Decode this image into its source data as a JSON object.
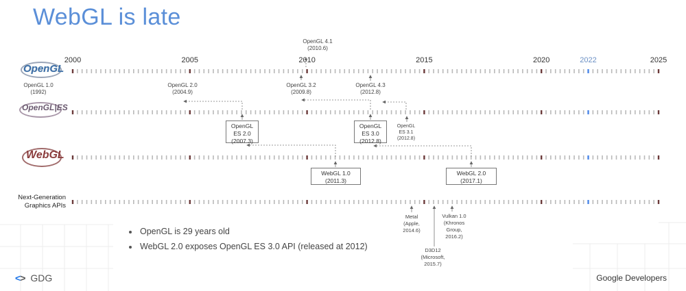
{
  "title": "WebGL is late",
  "years": [
    {
      "label": "2000",
      "year": 2000
    },
    {
      "label": "2005",
      "year": 2005
    },
    {
      "label": "2010",
      "year": 2010
    },
    {
      "label": "2015",
      "year": 2015
    },
    {
      "label": "2020",
      "year": 2020
    },
    {
      "label": "2022",
      "year": 2022,
      "highlight": true
    },
    {
      "label": "2025",
      "year": 2025
    }
  ],
  "rows": {
    "opengl": {
      "logo_text": "OpenGL"
    },
    "opengles": {
      "logo_text": "OpenGL|ES"
    },
    "webgl": {
      "logo_text": "WebGL"
    },
    "nextgen": {
      "label": "Next-Generation Graphics APIs"
    }
  },
  "opengl_notes": [
    {
      "id": "gl10",
      "line1": "OpenGL 1.0",
      "line2": "(1992)"
    },
    {
      "id": "gl20",
      "line1": "OpenGL 2.0",
      "line2": "(2004.9)"
    },
    {
      "id": "gl32",
      "line1": "OpenGL 3.2",
      "line2": "(2009.8)"
    },
    {
      "id": "gl41",
      "line1": "OpenGL 4.1",
      "line2": "(2010.6)"
    },
    {
      "id": "gl43",
      "line1": "OpenGL 4.3",
      "line2": "(2012.8)"
    }
  ],
  "es_boxes": [
    {
      "id": "es20",
      "line1": "OpenGL",
      "line2": "ES 2.0",
      "line3": "(2007.3)"
    },
    {
      "id": "es30",
      "line1": "OpenGL",
      "line2": "ES 3.0",
      "line3": "(2012.8)"
    }
  ],
  "es31": {
    "line1": "OpenGL",
    "line2": "ES 3.1",
    "line3": "(2012.8)"
  },
  "webgl_boxes": [
    {
      "id": "webgl1",
      "line1": "WebGL 1.0",
      "line2": "(2011.3)"
    },
    {
      "id": "webgl2",
      "line1": "WebGL 2.0",
      "line2": "(2017.1)"
    }
  ],
  "nextgen_notes": {
    "metal": {
      "line1": "Metal",
      "line2": "(Apple,",
      "line3": "2014.6)"
    },
    "d3d12": {
      "line1": "D3D12",
      "line2": "(Microsoft,",
      "line3": "2015.7)"
    },
    "vulkan": {
      "line1": "Vulkan 1.0",
      "line2": "(Khronos",
      "line3": "Group,",
      "line4": "2016.2)"
    }
  },
  "bullets": [
    "OpenGL is 29 years old",
    "WebGL 2.0 exposes OpenGL ES 3.0 API (released at 2012)"
  ],
  "footer": {
    "gdg": "GDG",
    "google_developers": "Google Developers"
  },
  "colors": {
    "title": "#5b8fd8",
    "tick": "#b9b9b9",
    "major_tick": "#6b3a3a",
    "highlight_tick": "#4a86e8"
  }
}
